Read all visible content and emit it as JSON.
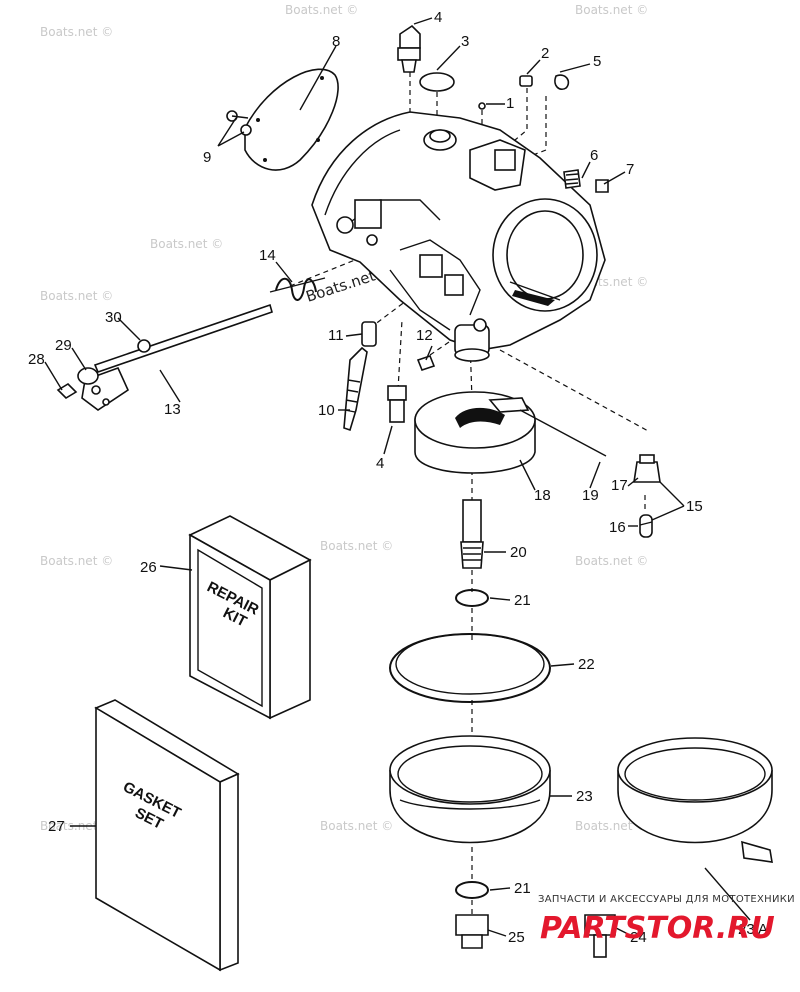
{
  "watermark_text": "Boats.net ©",
  "callouts": {
    "c1": "1",
    "c2": "2",
    "c3": "3",
    "c4a": "4",
    "c4b": "4",
    "c5": "5",
    "c6": "6",
    "c7": "7",
    "c8": "8",
    "c9": "9",
    "c10": "10",
    "c11": "11",
    "c12": "12",
    "c13": "13",
    "c14": "14",
    "c15": "15",
    "c16": "16",
    "c17": "17",
    "c18": "18",
    "c19": "19",
    "c20": "20",
    "c21a": "21",
    "c21b": "21",
    "c22": "22",
    "c23": "23",
    "c23a": "23 A",
    "c24": "24",
    "c25": "25",
    "c26": "26",
    "c27": "27",
    "c28": "28",
    "c29": "29",
    "c30": "30"
  },
  "repair_kit": {
    "line1": "REPAIR",
    "line2": "KIT"
  },
  "gasket_set": {
    "line1": "GASKET",
    "line2": "SET"
  },
  "footer": {
    "tagline": "ЗАПЧАСТИ И АКСЕССУАРЫ ДЛЯ МОТОТЕХНИКИ",
    "logo": "PARTSTOR.RU"
  },
  "colors": {
    "ink": "#111111",
    "watermark": "#c9c9c9",
    "logo_red": "#e3182d"
  }
}
